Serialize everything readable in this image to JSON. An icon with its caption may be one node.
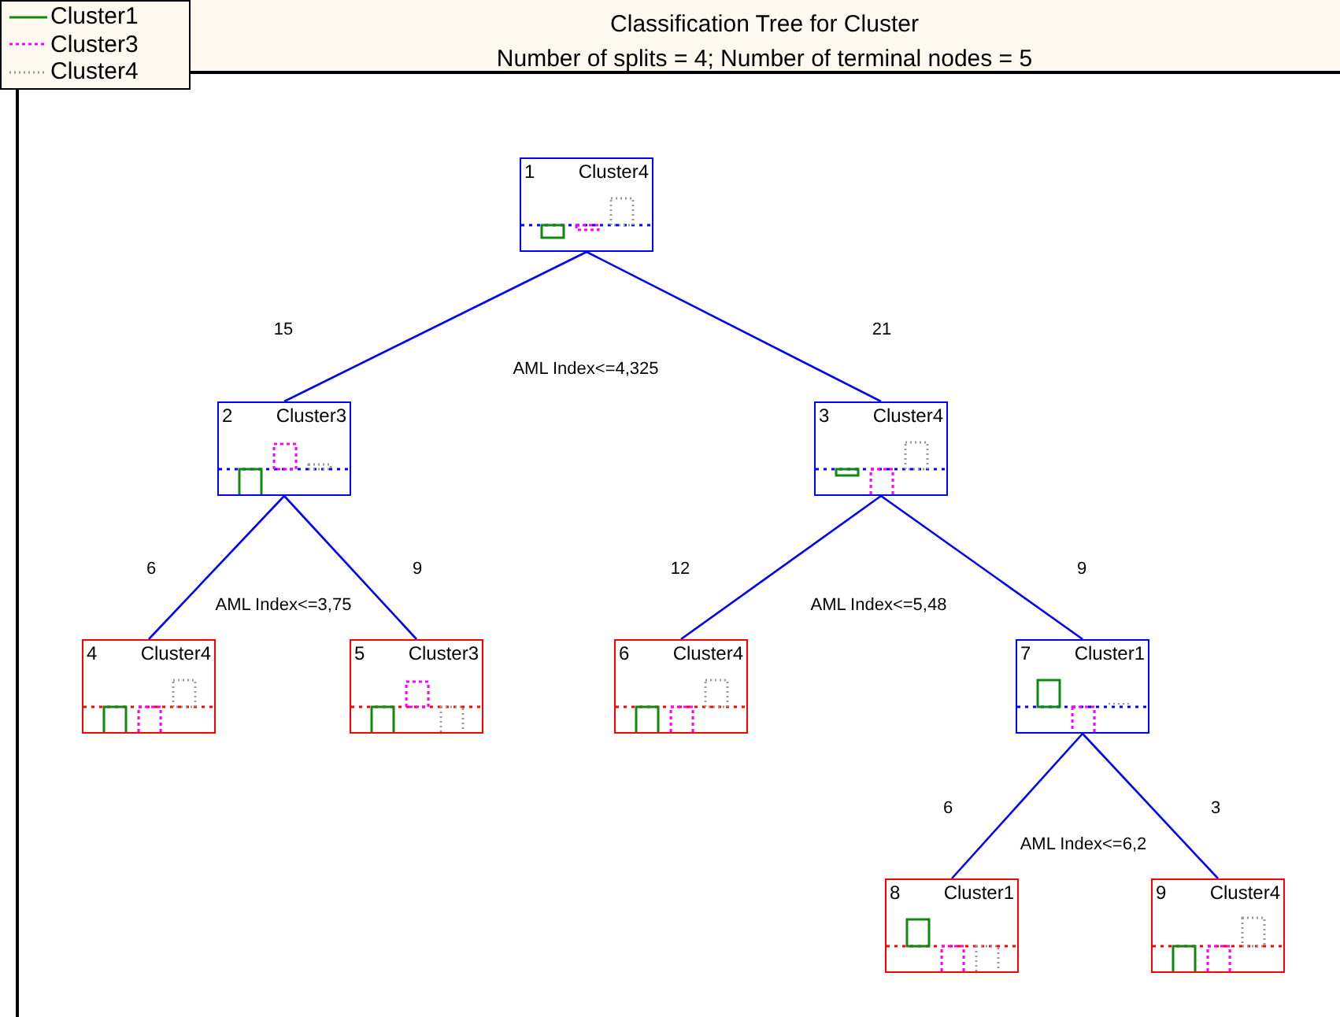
{
  "diagram": {
    "title": "Classification Tree for Cluster",
    "nodes": [
      {
        "text": [
          "1",
          "Cluster4"
        ]
      },
      {
        "text": [
          "2",
          "Cluster3"
        ]
      },
      {
        "text": [
          "3",
          "Cluster4"
        ]
      },
      {
        "text": [
          "4",
          "Cluster4"
        ]
      },
      {
        "text": [
          "5",
          "Cluster3"
        ]
      },
      {
        "text": [
          "6",
          "Cluster4"
        ]
      },
      {
        "text": [
          "7",
          "Cluster1"
        ]
      },
      {
        "text": [
          "8",
          "Cluster1"
        ]
      },
      {
        "text": [
          "9",
          "Cluster4"
        ]
      }
    ],
    "edges": [
      {
        "from": 0,
        "to": 1,
        "arrow": "none",
        "label": "15"
      },
      {
        "from": 0,
        "to": 2,
        "arrow": "none",
        "label": "21"
      },
      {
        "from": 1,
        "to": 3,
        "arrow": "none",
        "label": "6"
      },
      {
        "from": 1,
        "to": 4,
        "arrow": "none",
        "label": "9"
      },
      {
        "from": 2,
        "to": 5,
        "arrow": "none",
        "label": "12"
      },
      {
        "from": 2,
        "to": 6,
        "arrow": "none",
        "label": "9"
      },
      {
        "from": 6,
        "to": 7,
        "arrow": "none",
        "label": "6"
      },
      {
        "from": 6,
        "to": 8,
        "arrow": "none",
        "label": "3"
      }
    ],
    "labels": [
      "Number of splits = 4; Number of terminal nodes = 5",
      "AML Index<=4,325",
      "AML Index<=3,75",
      "AML Index<=5,48",
      "AML Index<=6,2"
    ],
    "legend": [
      {
        "text": "Cluster1"
      },
      {
        "text": "Cluster3"
      },
      {
        "text": "Cluster4"
      }
    ]
  }
}
